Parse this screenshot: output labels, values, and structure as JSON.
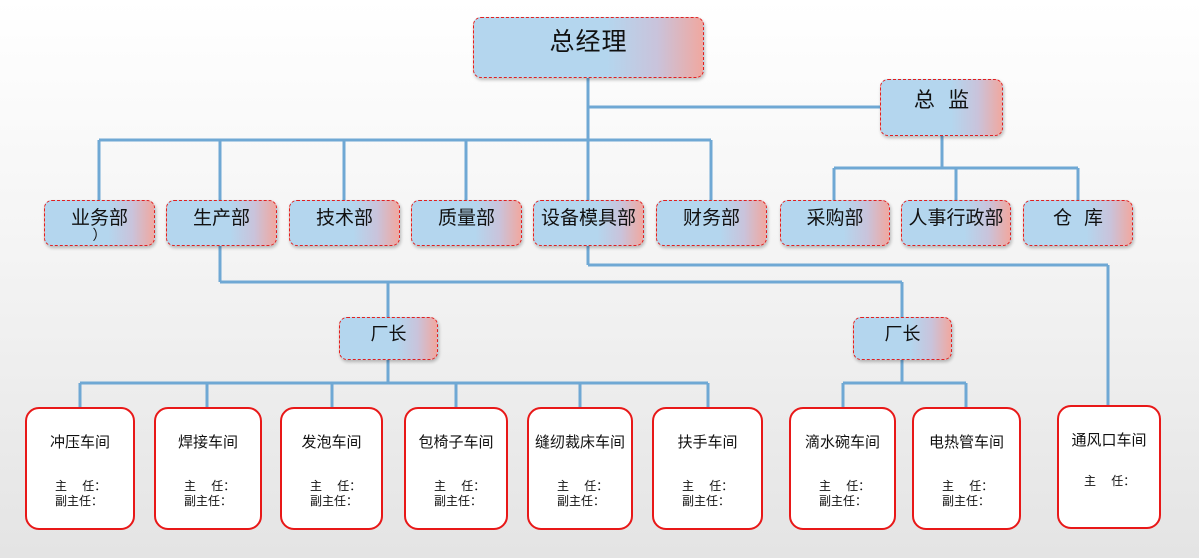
{
  "chart": {
    "general_manager": "总经理",
    "director": "总  监",
    "departments": [
      "业务部",
      "生产部",
      "技术部",
      "质量部",
      "设备模具部",
      "财务部"
    ],
    "dept_note": "）",
    "director_departments": [
      "采购部",
      "人事行政部",
      "仓  库"
    ],
    "factory_managers": [
      "厂长",
      "厂长"
    ],
    "workshops_a": [
      "冲压车间",
      "焊接车间",
      "发泡车间",
      "包椅子车间",
      "缝纫裁床车间",
      "扶手车间"
    ],
    "workshops_b": [
      "滴水碗车间",
      "电热管车间"
    ],
    "workshop_c": "通风口车间",
    "field_director": "主    任：",
    "field_deputy": "副主任：",
    "colors": {
      "line": "#6fa8d4",
      "box_fill": "#b4d6ee",
      "box_border": "#e02020",
      "workshop_border": "#e81818"
    }
  }
}
